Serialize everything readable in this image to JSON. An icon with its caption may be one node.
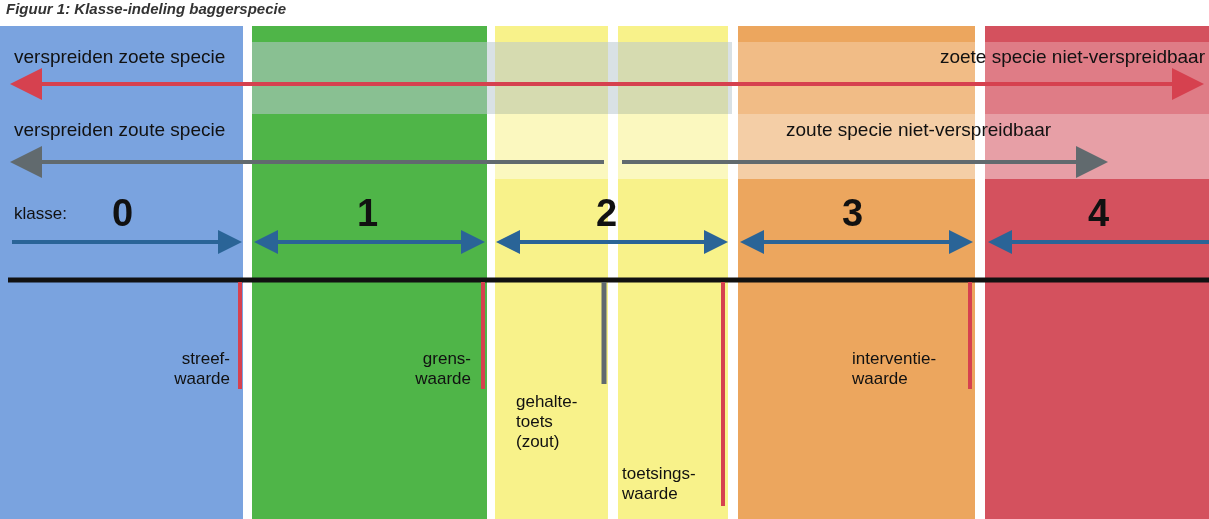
{
  "diagram": {
    "title": "Figuur 1: Klasse-indeling baggerspecie",
    "labels": [
      "verspreiden zoete specie",
      "zoete specie niet-verspreidbaar",
      "verspreiden zoute specie",
      "zoute specie niet-verspreidbaar",
      "klasse:",
      "0",
      "1",
      "2",
      "3",
      "4",
      "streef- waarde",
      "grens- waarde",
      "interventie- waarde",
      "gehalte- toets (zout)",
      "toetsings- waarde"
    ]
  }
}
